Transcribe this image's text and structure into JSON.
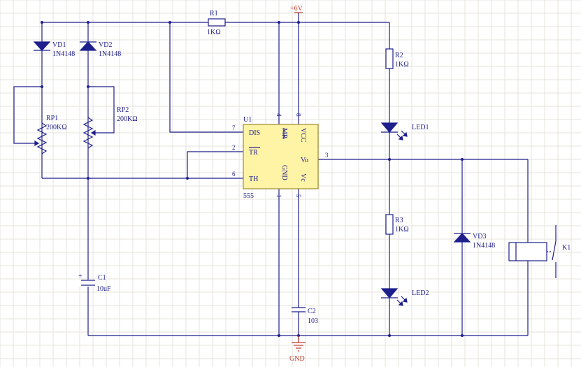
{
  "power": {
    "vcc": "+6V",
    "gnd": "GND"
  },
  "ic": {
    "ref": "U1",
    "part": "555",
    "pins": {
      "dis": "DIS",
      "tr": "TR",
      "th": "TH",
      "mr": "MR",
      "vcc": "VCC",
      "gnd": "GND",
      "vc": "Vc",
      "vo": "Vo"
    },
    "pin_numbers": {
      "p7": "7",
      "p2": "2",
      "p6": "6",
      "p4": "4",
      "p8": "8",
      "p1": "1",
      "p5": "5",
      "p3": "3"
    }
  },
  "components": {
    "vd1": {
      "ref": "VD1",
      "value": "1N4148"
    },
    "vd2": {
      "ref": "VD2",
      "value": "1N4148"
    },
    "vd3": {
      "ref": "VD3",
      "value": "1N4148"
    },
    "r1": {
      "ref": "R1",
      "value": "1KΩ"
    },
    "r2": {
      "ref": "R2",
      "value": "1KΩ"
    },
    "r3": {
      "ref": "R3",
      "value": "1KΩ"
    },
    "rp1": {
      "ref": "RP1",
      "value": "200KΩ"
    },
    "rp2": {
      "ref": "RP2",
      "value": "200KΩ"
    },
    "c1": {
      "ref": "C1",
      "value": "10uF"
    },
    "c2": {
      "ref": "C2",
      "value": "103"
    },
    "led1": {
      "ref": "LED1"
    },
    "led2": {
      "ref": "LED2"
    },
    "k1": {
      "ref": "K1"
    }
  }
}
